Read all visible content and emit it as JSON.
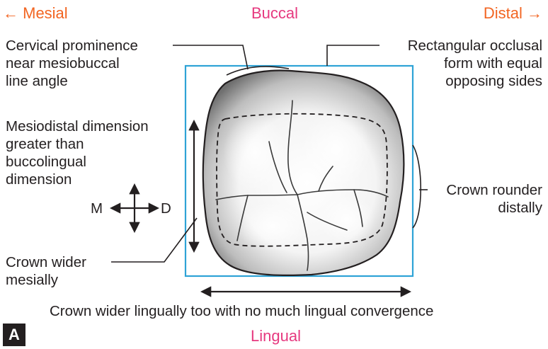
{
  "directions": {
    "mesial": "← Mesial",
    "buccal": "Buccal",
    "distal": "Distal →",
    "lingual": "Lingual"
  },
  "labels": {
    "cervical_prominence": [
      "Cervical prominence",
      "near mesiobuccal",
      "line angle"
    ],
    "rectangular_form": [
      "Rectangular occlusal",
      "form with equal",
      "opposing sides"
    ],
    "mesiodistal": [
      "Mesiodistal dimension",
      "greater than",
      "buccolingual",
      "dimension"
    ],
    "crown_rounder": [
      "Crown rounder",
      "distally"
    ],
    "crown_wider_mesially": [
      "Crown wider",
      "mesially"
    ],
    "crown_wider_lingually": "Crown wider lingually too with no much lingual convergence"
  },
  "compass": {
    "m": "M",
    "d": "D"
  },
  "panel_label": "A",
  "colors": {
    "direction_mesial_distal": "#f26522",
    "direction_buccal_lingual": "#e6397f",
    "outline_box": "#2ea3d6",
    "text": "#231f20",
    "panel_badge": "#231f20"
  }
}
